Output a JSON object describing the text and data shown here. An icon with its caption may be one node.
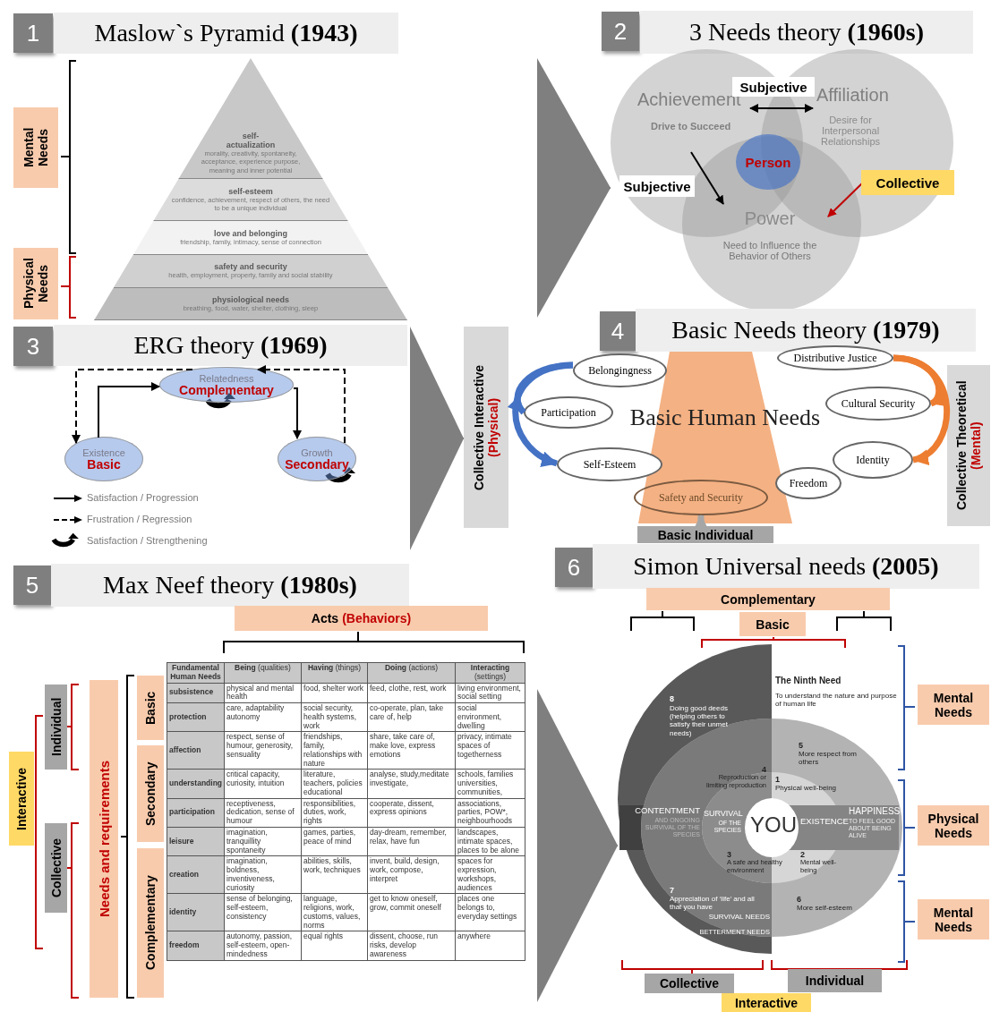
{
  "diagram": {
    "nodes": [
      {
        "text": [
          "1"
        ]
      },
      {
        "text": [
          "Maslow`s Pyramid **(1943)**"
        ]
      },
      {
        "text": [
          "Mental Needs"
        ]
      },
      {
        "text": [
          "Physical Needs"
        ]
      },
      {
        "text": [
          "self-actualization",
          "morality, creativity, spontaneity, acceptance, experience purpose, meaning and inner potential"
        ]
      },
      {
        "text": [
          "self-esteem",
          "confidence, achievement, respect of others, the need to be a unique individual"
        ]
      },
      {
        "text": [
          "love and belonging",
          "friendship, family, intimacy, sense of connection"
        ]
      },
      {
        "text": [
          "safety and security",
          "health, employment, property, family and social stability"
        ]
      },
      {
        "text": [
          "physiological needs",
          "breathing, food, water, shelter, clothing, sleep"
        ]
      },
      {
        "text": [
          "2"
        ]
      },
      {
        "text": [
          "3 Needs theory **(1960s)**"
        ]
      },
      {
        "text": [
          "Achievement",
          "Drive to Succeed"
        ]
      },
      {
        "text": [
          "Affiliation",
          "Desire for Interpersonal Relationships"
        ]
      },
      {
        "text": [
          "Power",
          "Need to Influence the Behavior of Others"
        ]
      },
      {
        "text": [
          "Person"
        ]
      },
      {
        "text": [
          "3"
        ]
      },
      {
        "text": [
          "ERG theory **(1969)**"
        ]
      },
      {
        "text": [
          "Relatedness",
          "Complementary"
        ]
      },
      {
        "text": [
          "Existence",
          "Basic"
        ]
      },
      {
        "text": [
          "Growth",
          "Secondary"
        ]
      },
      {
        "text": [
          "4"
        ]
      },
      {
        "text": [
          "Basic Needs theory **(1979)**"
        ]
      },
      {
        "text": [
          "Collective Interactive",
          "(Physical)"
        ]
      },
      {
        "text": [
          "Basic Human Needs"
        ]
      },
      {
        "text": [
          "Belongingness"
        ]
      },
      {
        "text": [
          "Participation"
        ]
      },
      {
        "text": [
          "Self-Esteem"
        ]
      },
      {
        "text": [
          "Distributive Justice"
        ]
      },
      {
        "text": [
          "Cultural Security"
        ]
      },
      {
        "text": [
          "Identity"
        ]
      },
      {
        "text": [
          "Freedom"
        ]
      },
      {
        "text": [
          "Safety and Security"
        ],
        "in": 23
      },
      {
        "text": [
          "Basic Individual"
        ]
      },
      {
        "text": [
          "Collective Theoretical",
          "(Mental)"
        ]
      },
      {
        "text": [
          "5"
        ]
      },
      {
        "text": [
          "Max Neef theory **(1980s)**"
        ]
      },
      {
        "text": [
          "Acts",
          "(Behaviors)"
        ]
      },
      {
        "text": [
          "Interactive"
        ]
      },
      {
        "text": [
          "Individual"
        ]
      },
      {
        "text": [
          "Collective"
        ]
      },
      {
        "text": [
          "Needs and requirements"
        ]
      },
      {
        "text": [
          "Basic"
        ]
      },
      {
        "text": [
          "Secondary"
        ]
      },
      {
        "text": [
          "Complementary"
        ]
      },
      {
        "text": [
          "6"
        ]
      },
      {
        "text": [
          "Simon Universal needs **(2005)**"
        ]
      },
      {
        "text": [
          "Complementary"
        ]
      },
      {
        "text": [
          "Basic"
        ]
      },
      {
        "text": [
          "Mental Needs"
        ]
      },
      {
        "text": [
          "Physical Needs"
        ]
      },
      {
        "text": [
          "Mental Needs"
        ]
      },
      {
        "text": [
          "Collective"
        ]
      },
      {
        "text": [
          "Individual"
        ]
      },
      {
        "text": [
          "Interactive"
        ]
      },
      {
        "text": [],
        "shape": "circle"
      }
    ],
    "edges": [
      {
        "from": 11,
        "to": 12,
        "arrow": "both",
        "label": "Subjective"
      },
      {
        "from": 11,
        "to": 13,
        "arrow": "to",
        "label": "Subjective"
      },
      {
        "from": 12,
        "to": 13,
        "arrow": "to",
        "label": "Collective",
        "color": "#c00000"
      },
      {
        "from": 18,
        "to": 17,
        "arrow": "to"
      },
      {
        "from": 17,
        "to": 19,
        "arrow": "to"
      },
      {
        "from": 17,
        "to": 18,
        "arrow": "to",
        "style": "dashed"
      },
      {
        "from": 19,
        "to": 17,
        "arrow": "to",
        "style": "dashed"
      },
      {
        "from": 24,
        "to": 25,
        "arrow": "to",
        "style": "thick",
        "color": "#4472c4"
      },
      {
        "from": 24,
        "to": 26,
        "arrow": "to",
        "style": "thick",
        "color": "#4472c4"
      },
      {
        "from": 27,
        "to": 28,
        "arrow": "to",
        "style": "thick",
        "color": "#ed7d31"
      },
      {
        "from": 27,
        "to": 29,
        "arrow": "to",
        "style": "thick",
        "color": "#ed7d31"
      },
      {
        "from": 32,
        "to": 31,
        "arrow": "to",
        "style": "thick",
        "color": "#a6a6a6"
      },
      {
        "from": null,
        "to": 11,
        "arrow": "to",
        "color": "#7f7f7f"
      },
      {
        "from": null,
        "to": 22,
        "arrow": "to",
        "color": "#7f7f7f"
      },
      {
        "from": null,
        "to": 54,
        "arrow": "to",
        "color": "#7f7f7f"
      }
    ],
    "labels": [
      "Fundamental Human Needs",
      "**Being** (qualities)",
      "**Having** (things)",
      "**Doing** (actions)",
      "**Interacting** (settings)",
      "subsistence",
      "physical and mental health",
      "food, shelter work",
      "feed, clothe, rest, work",
      "living environment, social setting",
      "protection",
      "care, adaptability autonomy",
      "social security, health systems, work",
      "co-operate, plan, take care of, help",
      "social environment, dwelling",
      "affection",
      "respect, sense of humour, generosity, sensuality",
      "friendships, family, relationships with nature",
      "share, take care of, make love, express emotions",
      "privacy, intimate spaces of togetherness",
      "understanding",
      "critical capacity, curiosity, intuition",
      "literature, teachers, policies educational",
      "analyse, study,meditate investigate,",
      "schools, families universities, communities,",
      "participation",
      "receptiveness, dedication, sense of humour",
      "responsibilities, duties, work, rights",
      "cooperate, dissent, express opinions",
      "associations, parties, POW*, neighbourhoods",
      "leisure",
      "imagination, tranquillity spontaneity",
      "games, parties, peace of mind",
      "day-dream, remember, relax, have fun",
      "landscapes, intimate spaces, places to be alone",
      "creation",
      "imagination, boldness, inventiveness, curiosity",
      "abilities, skills, work, techniques",
      "invent, build, design, work, compose, interpret",
      "spaces for expression, workshops, audiences",
      "identity",
      "sense of belonging, self-esteem, consistency",
      "language, religions, work, customs, values, norms",
      "get to know oneself, grow, commit oneself",
      "places one belongs to, everyday settings",
      "freedom",
      "autonomy, passion, self-esteem, open-mindedness",
      "equal rights",
      "dissent, choose, run risks, develop awareness",
      "anywhere",
      "The Ninth Need",
      "To understand the nature and purpose of human life",
      "8",
      "Doing good deeds (helping others to satisfy their unmet needs)",
      "5",
      "More respect from others",
      "4",
      "Reproduction or limiting reproduction",
      "1",
      "Physical well-being",
      "CONTENTMENT",
      "AND ONGOING SURVIVAL OF THE SPECIES",
      "SURVIVAL",
      "OF THE SPECIES",
      "YOU",
      "EXISTENCE",
      "HAPPINESS",
      "TO FEEL GOOD ABOUT BEING ALIVE",
      "3",
      "A safe and healthy environment",
      "2",
      "Mental well-being",
      "SURVIVAL NEEDS",
      "7",
      "Appreciation of ‘life’ and all that you have",
      "6",
      "More self-esteem",
      "BETTERMENT NEEDS"
    ],
    "legend": [
      {
        "text": "Satisfaction / Progression"
      },
      {
        "text": "Frustration / Regression"
      },
      {
        "text": "Satisfaction / Strengthening"
      }
    ]
  }
}
